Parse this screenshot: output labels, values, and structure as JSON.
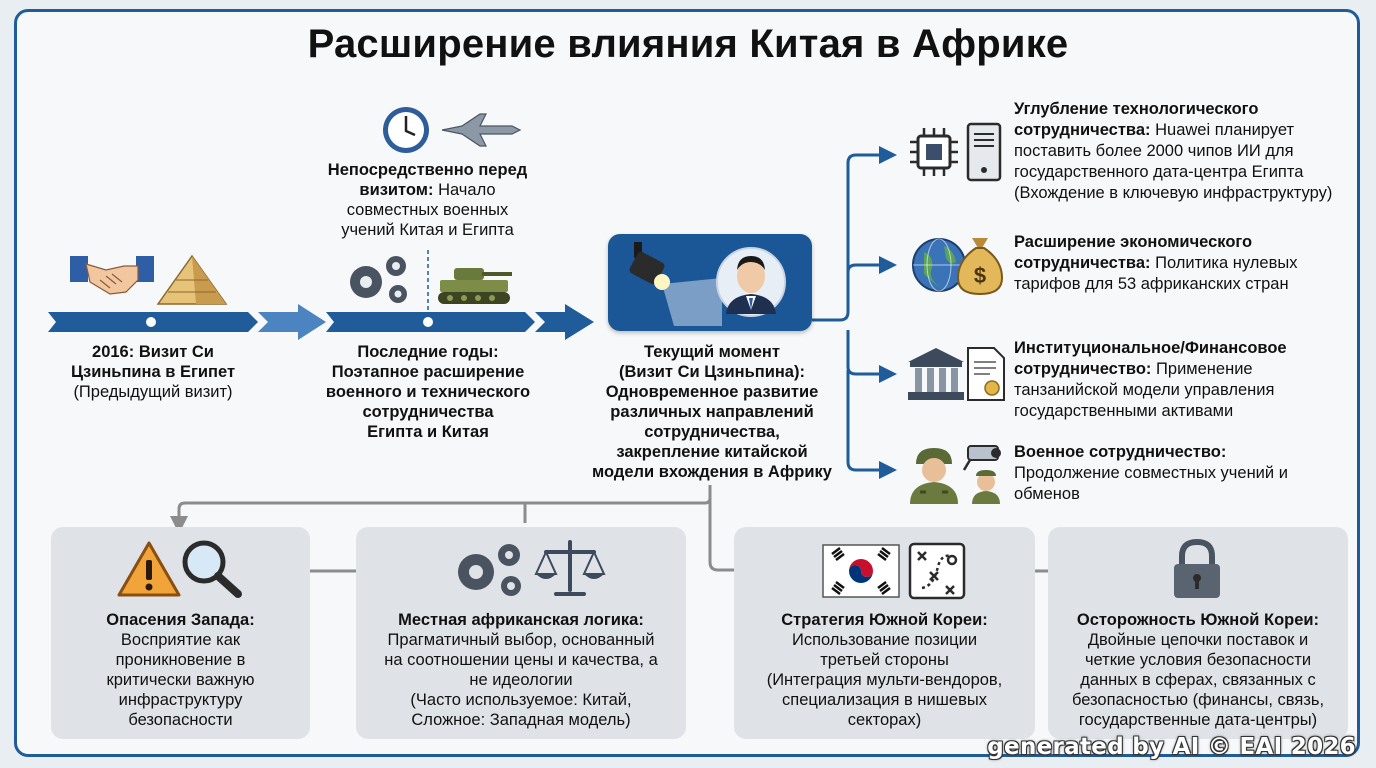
{
  "title": "Расширение влияния Китая в Африке",
  "colors": {
    "primary_blue": "#1b5796",
    "arrow_blue": "#1f5c99",
    "card_gray": "#dfe3e7",
    "arrow_gray": "#8c8c8c",
    "frame_border": "#1f5c99"
  },
  "timeline": {
    "event1": {
      "line1": "2016: Визит Си",
      "line2": "Цзиньпина в Египет",
      "note": "(Предыдущий визит)",
      "icons": [
        "handshake-icon",
        "pyramid-icon"
      ]
    },
    "event2_above": {
      "bold1": "Непосредственно перед",
      "bold2": "визитом:",
      "rest1": "Начало",
      "rest2": "совместных военных",
      "rest3": "учений Китая и Египта",
      "icons": [
        "clock-icon",
        "fighter-jet-icon"
      ]
    },
    "event2_below": {
      "bold": "Последние годы:",
      "line2": "Поэтапное расширение",
      "line3": "военного и технического",
      "line4": "сотрудничества",
      "line5": "Египта и Китая",
      "icons": [
        "gears-icon",
        "tank-icon"
      ]
    },
    "event3": {
      "l1": "Текущий момент",
      "l2": "(Визит Си Цзиньпина):",
      "l3": "Одновременное развитие",
      "l4": "различных направлений",
      "l5": "сотрудничества,",
      "l6": "закрепление китайской",
      "l7": "модели вхождения в Африку",
      "icons": [
        "spotlight-icon",
        "leader-portrait-icon"
      ]
    }
  },
  "branches": [
    {
      "icons": [
        "chip-icon",
        "server-icon"
      ],
      "bold1": "Углубление технологического",
      "bold2": "сотрудничества:",
      "rest1": "Huawei планирует",
      "rest2": "поставить более 2000 чипов ИИ для",
      "rest3": "государственного дата-центра Египта",
      "rest4": "(Вхождение в ключевую инфраструктуру)"
    },
    {
      "icons": [
        "globe-icon",
        "money-bag-icon"
      ],
      "bold1": "Расширение экономического",
      "bold2": "сотрудничества:",
      "rest1": "Политика нулевых",
      "rest2": "тарифов для 53 африканских стран"
    },
    {
      "icons": [
        "bank-icon",
        "document-icon"
      ],
      "bold1": "Институциональное/Финансовое",
      "bold2": "сотрудничество:",
      "rest1": "Применение",
      "rest2": "танзанийской модели управления",
      "rest3": "государственными активами"
    },
    {
      "icons": [
        "soldiers-icon",
        "camera-icon"
      ],
      "bold1": "Военное сотрудничество:",
      "rest1": "Продолжение совместных учений и",
      "rest2": "обменов"
    }
  ],
  "bottom_cards": [
    {
      "icons": [
        "warning-icon",
        "magnifier-icon"
      ],
      "title": "Опасения Запада:",
      "lines": [
        "Восприятие как",
        "проникновение в",
        "критически важную",
        "инфраструктуру",
        "безопасности"
      ]
    },
    {
      "icons": [
        "gears-icon",
        "scales-icon"
      ],
      "title": "Местная африканская логика:",
      "lines": [
        "Прагматичный выбор, основанный",
        "на соотношении цены и качества, а",
        "не идеологии",
        "(Часто используемое: Китай,",
        "Сложное: Западная модель)"
      ]
    },
    {
      "icons": [
        "south-korea-flag-icon",
        "strategy-board-icon"
      ],
      "title": "Стратегия Южной Кореи:",
      "lines": [
        "Использование позиции",
        "третьей стороны",
        "(Интеграция мульти-вендоров,",
        "специализация в нишевых",
        "секторах)"
      ]
    },
    {
      "icons": [
        "padlock-icon"
      ],
      "title": "Осторожность Южной Кореи:",
      "lines": [
        "Двойные цепочки поставок и",
        "четкие условия безопасности",
        "данных в сферах, связанных с",
        "безопасностью (финансы, связь,",
        "государственные дата-центры)"
      ]
    }
  ],
  "watermark": "generated by AI © EAI 2026"
}
